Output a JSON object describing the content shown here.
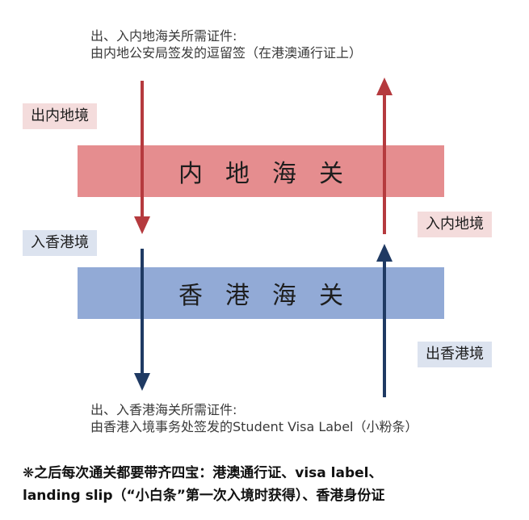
{
  "top_note": {
    "line1": "出、入内地海关所需证件:",
    "line2": "由内地公安局签发的逗留签（在港澳通行证上）"
  },
  "labels": {
    "exit_mainland": "出内地境",
    "enter_hk": "入香港境",
    "enter_mainland": "入内地境",
    "exit_hk": "出香港境"
  },
  "bands": {
    "mainland": "内地海关",
    "hk": "香港海关"
  },
  "mid_note": {
    "line1": "出、入香港海关所需证件:",
    "line2": "由香港入境事务处签发的Student Visa Label（小粉条）"
  },
  "footer": {
    "line1": "❋之后每次通关都要带齐四宝：港澳通行证、visa label、",
    "line2": "landing slip（“小白条”第一次入境时获得）、香港身份证"
  },
  "colors": {
    "mainland_band": "#e58d8f",
    "hk_band": "#92aad6",
    "red_arrow": "#b53a3e",
    "blue_arrow": "#1f3a63",
    "red_tag": "#f4dcdc",
    "blue_tag": "#dce3ef"
  }
}
